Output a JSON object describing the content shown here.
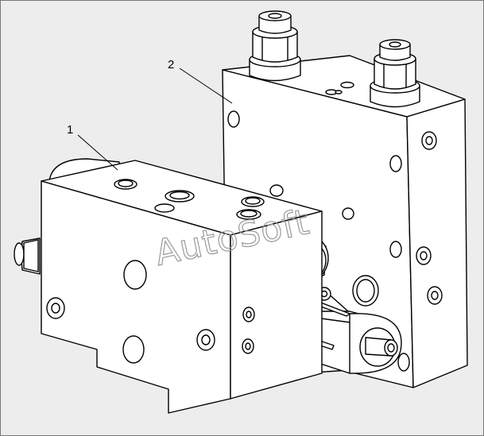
{
  "callouts": [
    {
      "label": "1"
    },
    {
      "label": "2"
    }
  ],
  "watermark": "AutoSoft",
  "colors": {
    "background": "#ededed",
    "part_fill": "#ffffff",
    "line": "#000000",
    "watermark": "#9a9a9a"
  }
}
